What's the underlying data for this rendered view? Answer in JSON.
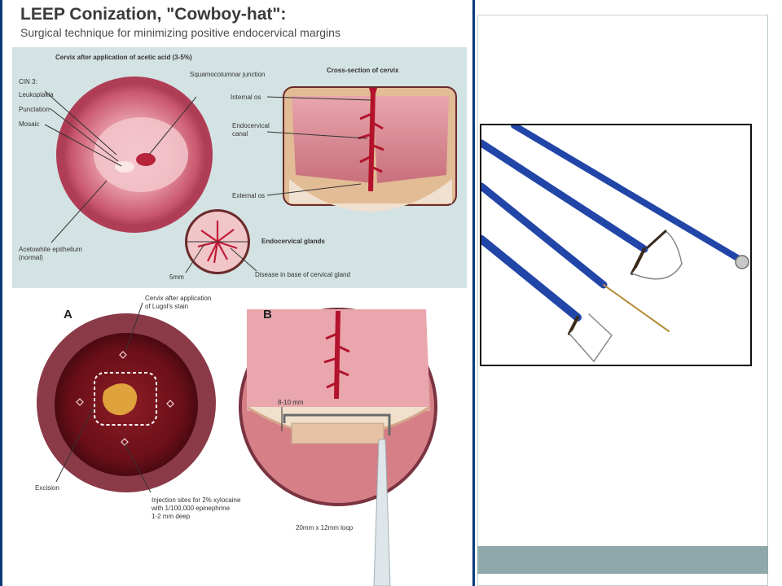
{
  "figure": {
    "title": "LEEP Conization, \"Cowboy-hat\":",
    "subtitle": "Surgical technique for minimizing positive endocervical margins",
    "top_left_heading": "Cervix after application of acetic acid (3-5%)",
    "top_right_heading": "Cross-section of cervix",
    "labels_left": [
      "CIN 3:",
      "Leukoplakia",
      "Punctation",
      "Mosaic"
    ],
    "label_sqj": "Squamocolumnar junction",
    "label_acetowhite": [
      "Acetowhite epithelium",
      "(normal)"
    ],
    "label_internal_os": "Internal os",
    "label_endo_canal": [
      "Endocervical",
      "canal"
    ],
    "label_external_os": "External os",
    "label_glands": "Endocervical glands",
    "label_5mm": "5mm",
    "label_disease": "Disease in base of cervical gland",
    "panel_a": "A",
    "panel_b": "B",
    "label_lugol": [
      "Cervix after application",
      "of Lugol's stain"
    ],
    "label_excision": "Excision",
    "label_injection": [
      "Injection sites for 2% xylocaine",
      "with 1/100,000 epinephrine",
      "1-2 mm deep"
    ],
    "label_depth": "8-10 mm",
    "label_loop": "20mm x 12mm loop"
  },
  "colors": {
    "frame_border": "#0b3a78",
    "panel_bg": "#d3e2e3",
    "slide_band": "#8fa8ab",
    "electrode_blue": "#2146a8"
  }
}
